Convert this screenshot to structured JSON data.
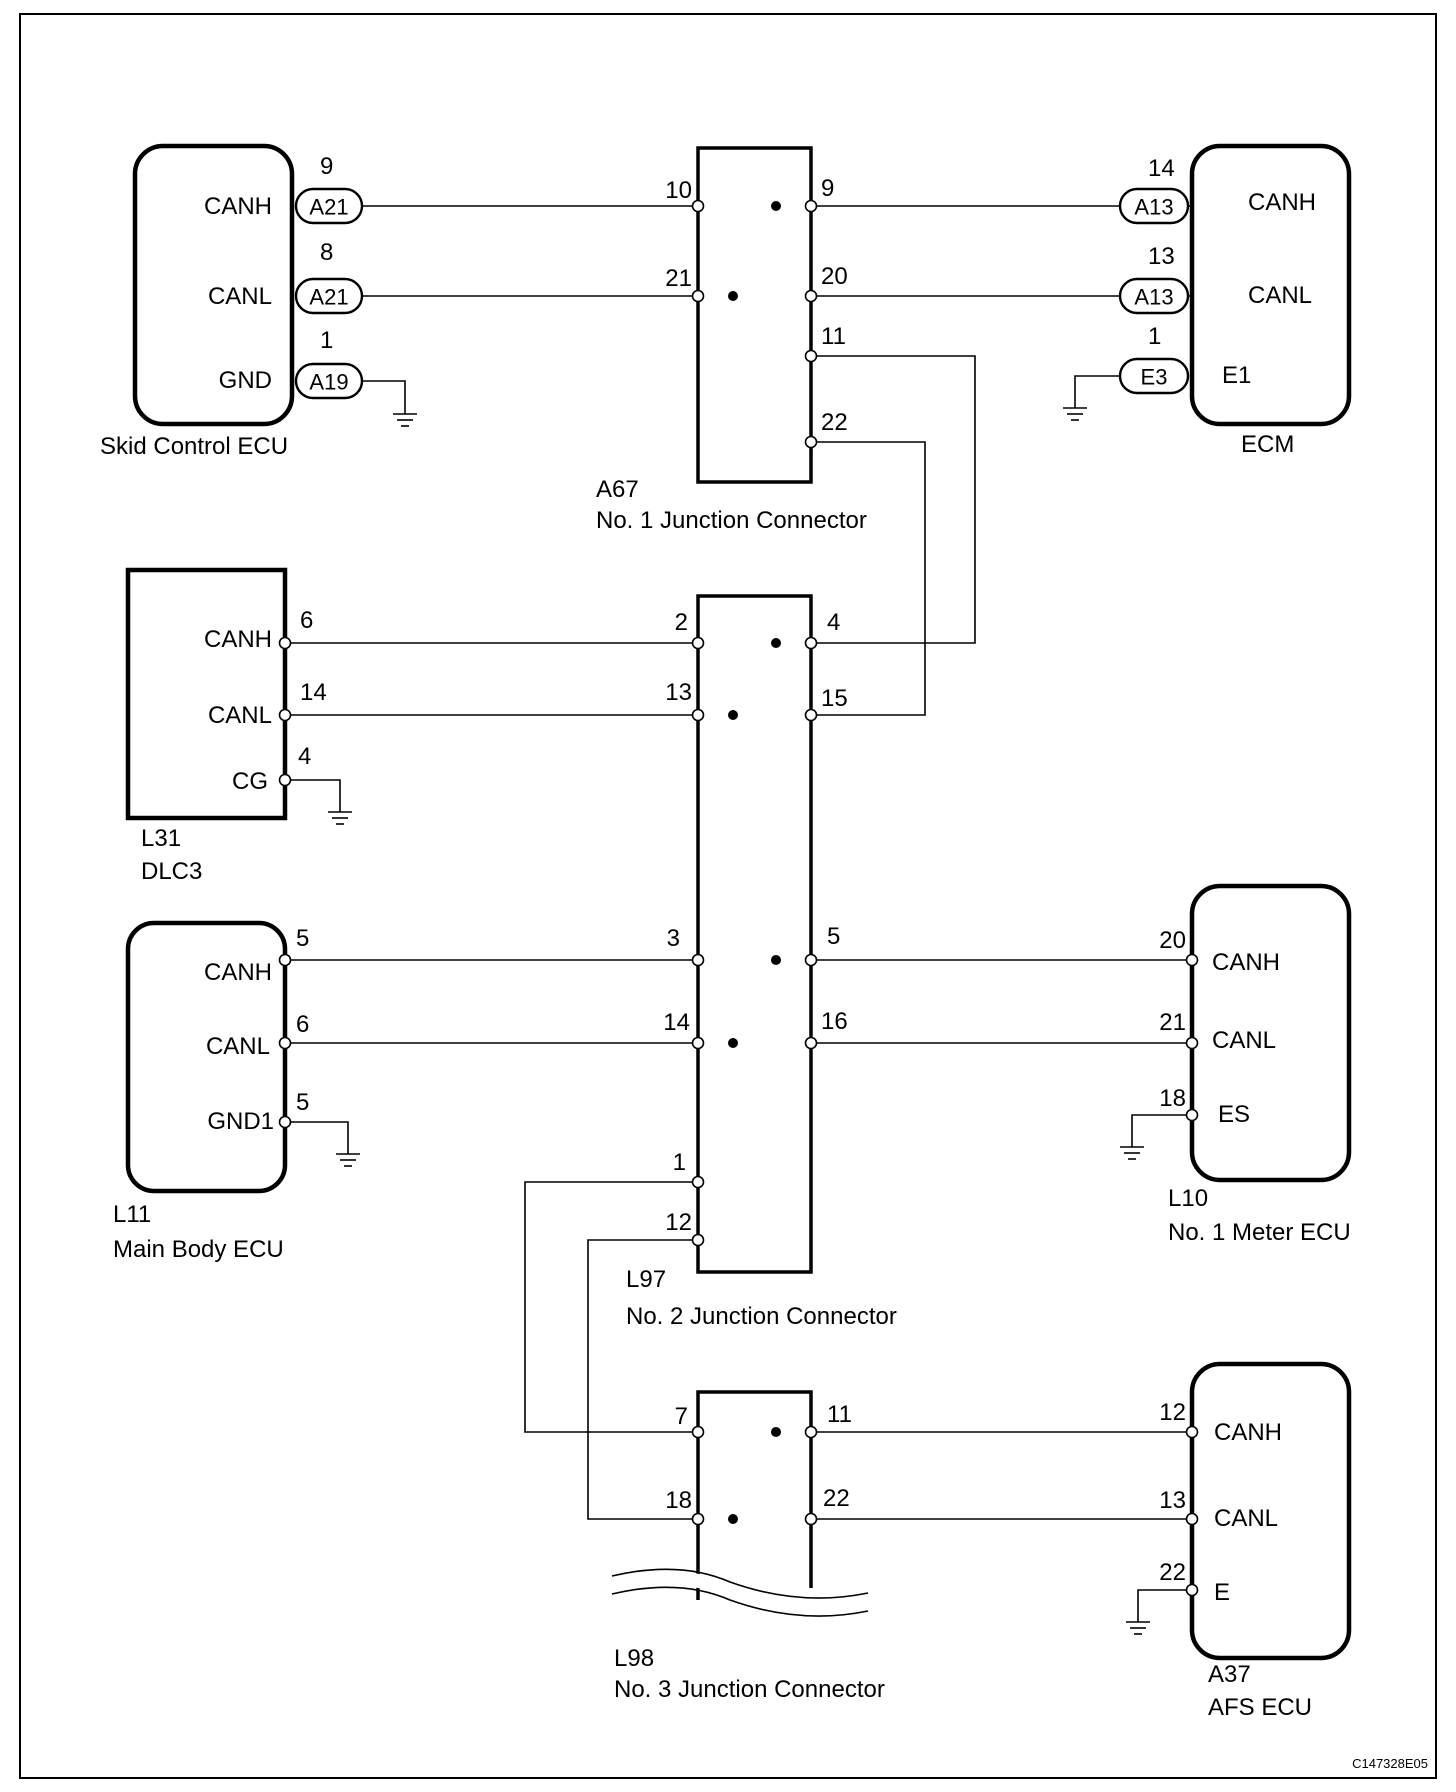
{
  "doc_code": "C147328E05",
  "skid_ecu": {
    "name": "Skid Control ECU",
    "signals": [
      "CANH",
      "CANL",
      "GND"
    ],
    "pins": [
      "9",
      "8",
      "1"
    ],
    "connectors": [
      "A21",
      "A21",
      "A19"
    ]
  },
  "ecm": {
    "name": "ECM",
    "signals": [
      "CANH",
      "CANL",
      "E1"
    ],
    "pins": [
      "14",
      "13",
      "1"
    ],
    "connectors": [
      "A13",
      "A13",
      "E3"
    ]
  },
  "jc1": {
    "code": "A67",
    "name": "No. 1 Junction Connector",
    "left_pins": [
      "10",
      "21"
    ],
    "right_pins": [
      "9",
      "20",
      "11",
      "22"
    ]
  },
  "dlc3": {
    "code": "L31",
    "name": "DLC3",
    "signals": [
      "CANH",
      "CANL",
      "CG"
    ],
    "pins": [
      "6",
      "14",
      "4"
    ]
  },
  "jc2": {
    "code": "L97",
    "name": "No. 2 Junction Connector",
    "left_pins": [
      "2",
      "13",
      "3",
      "14",
      "1",
      "12"
    ],
    "right_pins": [
      "4",
      "15",
      "5",
      "16"
    ]
  },
  "main_body": {
    "code": "L11",
    "name": "Main Body ECU",
    "signals": [
      "CANH",
      "CANL",
      "GND1"
    ],
    "pins": [
      "5",
      "6",
      "5"
    ]
  },
  "meter": {
    "code": "L10",
    "name": "No. 1 Meter ECU",
    "signals": [
      "CANH",
      "CANL",
      "ES"
    ],
    "pins": [
      "20",
      "21",
      "18"
    ]
  },
  "jc3": {
    "code": "L98",
    "name": "No. 3 Junction Connector",
    "left_pins": [
      "7",
      "18"
    ],
    "right_pins": [
      "11",
      "22"
    ]
  },
  "afs": {
    "code": "A37",
    "name": "AFS ECU",
    "signals": [
      "CANH",
      "CANL",
      "E"
    ],
    "pins": [
      "12",
      "13",
      "22"
    ]
  }
}
